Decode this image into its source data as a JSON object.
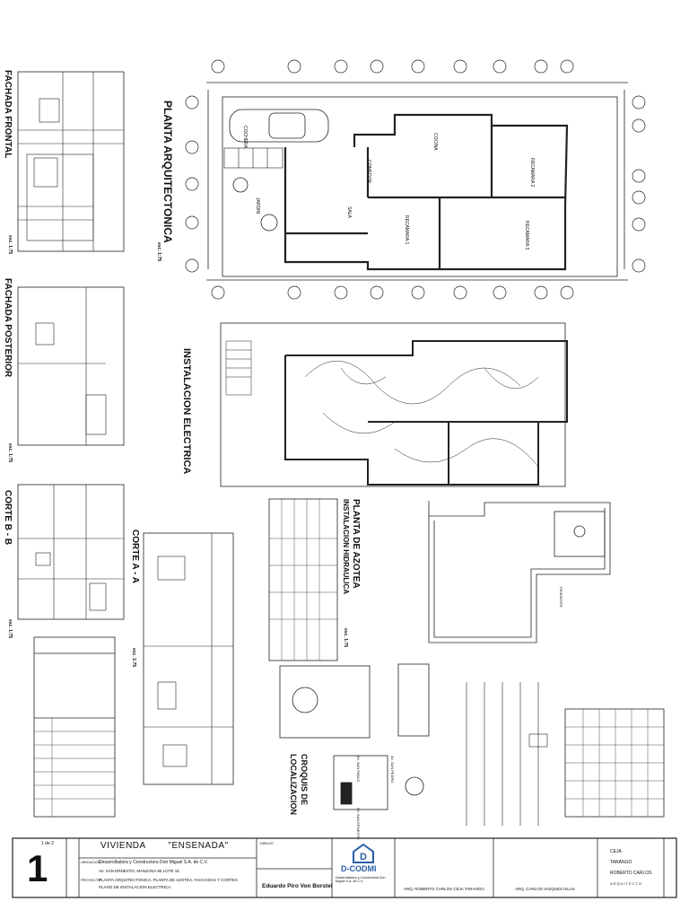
{
  "sheet": {
    "number": "1",
    "sheet_of": "1 de 2",
    "project_title": "VIVIENDA",
    "project_name": "\"ENSENADA\"",
    "company_line": "Desarrolladora y Constructora Don Miguel S.A. de C.V.",
    "address": "AV. SAN ERNESTO, MANZANA 95 LOTE 15",
    "contents_1": "PLANTA ARQUITECTONICA, PLANTA DE AZOTEA, FACHADAS Y CORTES",
    "contents_2": "PLANO DE INSTALACION ELECTRICA",
    "drawn_by": "Eduardo Piro Von Borstel",
    "logo_name": "D-CODMI",
    "logo_sub": "Desarrolladora y Constructora Don Miguel S.A. de C.V.",
    "arq_1": "ARQ. ROBERTO CARLOS CEJA TARANGO",
    "arq_2": "ARQ. CARLOS VAZQUEZ ISLAS",
    "owner_1": "CEJA",
    "owner_2": "TARANGO",
    "owner_3": "ROBERTO CARLOS",
    "owner_4": "ARQUITECTO",
    "ubicacion": "UBICACION",
    "proyecto": "PROYECTO",
    "dibujo": "DIBUJO"
  },
  "views": {
    "planta_arq": "PLANTA ARQUITECTONICA",
    "planta_arq_scale": "esc. 1:75",
    "instalacion": "INSTALACION ELECTRICA",
    "fachada_frontal": "FACHADA FRONTAL",
    "fachada_frontal_scale": "esc. 1:75",
    "fachada_posterior": "FACHADA POSTERIOR",
    "fachada_posterior_scale": "esc. 1:75",
    "corte_bb": "CORTE B - B",
    "corte_bb_scale": "esc. 1:75",
    "corte_aa": "CORTE A - A",
    "corte_aa_scale": "esc. 1:75",
    "planta_azotea": "PLANTA DE AZOTEA",
    "inst_hidraulica": "INSTALACION HIDRAULICA",
    "azotea_scale": "esc. 1:75",
    "croquis": "CROQUIS DE",
    "croquis2": "LOCALIZACION",
    "av_san_pablo": "AV. SAN PABLO",
    "av_san_ernesto": "AV. SAN ERNESTO",
    "av_san_pedro": "AV. SAN PEDRO",
    "pendiente": "PENDIENTE",
    "cochera": "COCHERA",
    "recamara1": "RECAMARA 1",
    "recamara2": "RECAMARA 2",
    "recamara3": "RECAMARA 3",
    "cocina": "COCINA",
    "comedor": "COMEDOR",
    "sala": "SALA",
    "jardin": "JARDIN"
  }
}
